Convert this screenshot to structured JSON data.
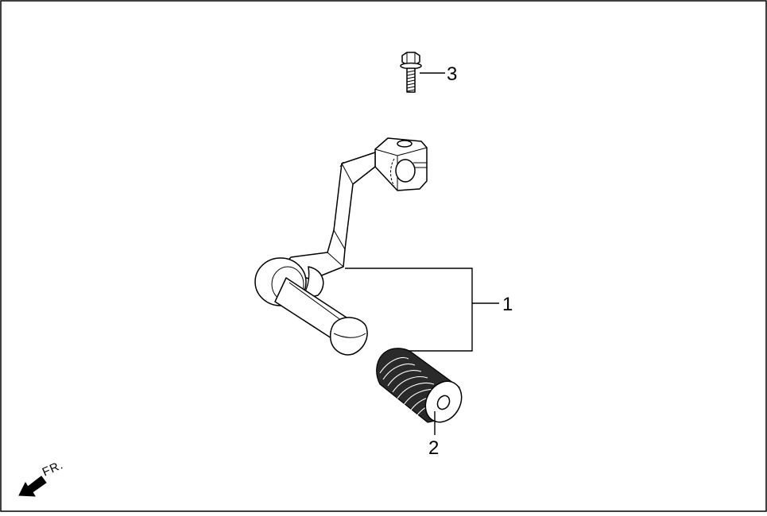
{
  "diagram": {
    "callouts": [
      {
        "id": "1",
        "label": "1"
      },
      {
        "id": "2",
        "label": "2"
      },
      {
        "id": "3",
        "label": "3"
      }
    ],
    "direction_label": "FR.",
    "colors": {
      "ink": "#000000",
      "paper": "#ffffff",
      "rubber": "#2a2a2a"
    }
  }
}
